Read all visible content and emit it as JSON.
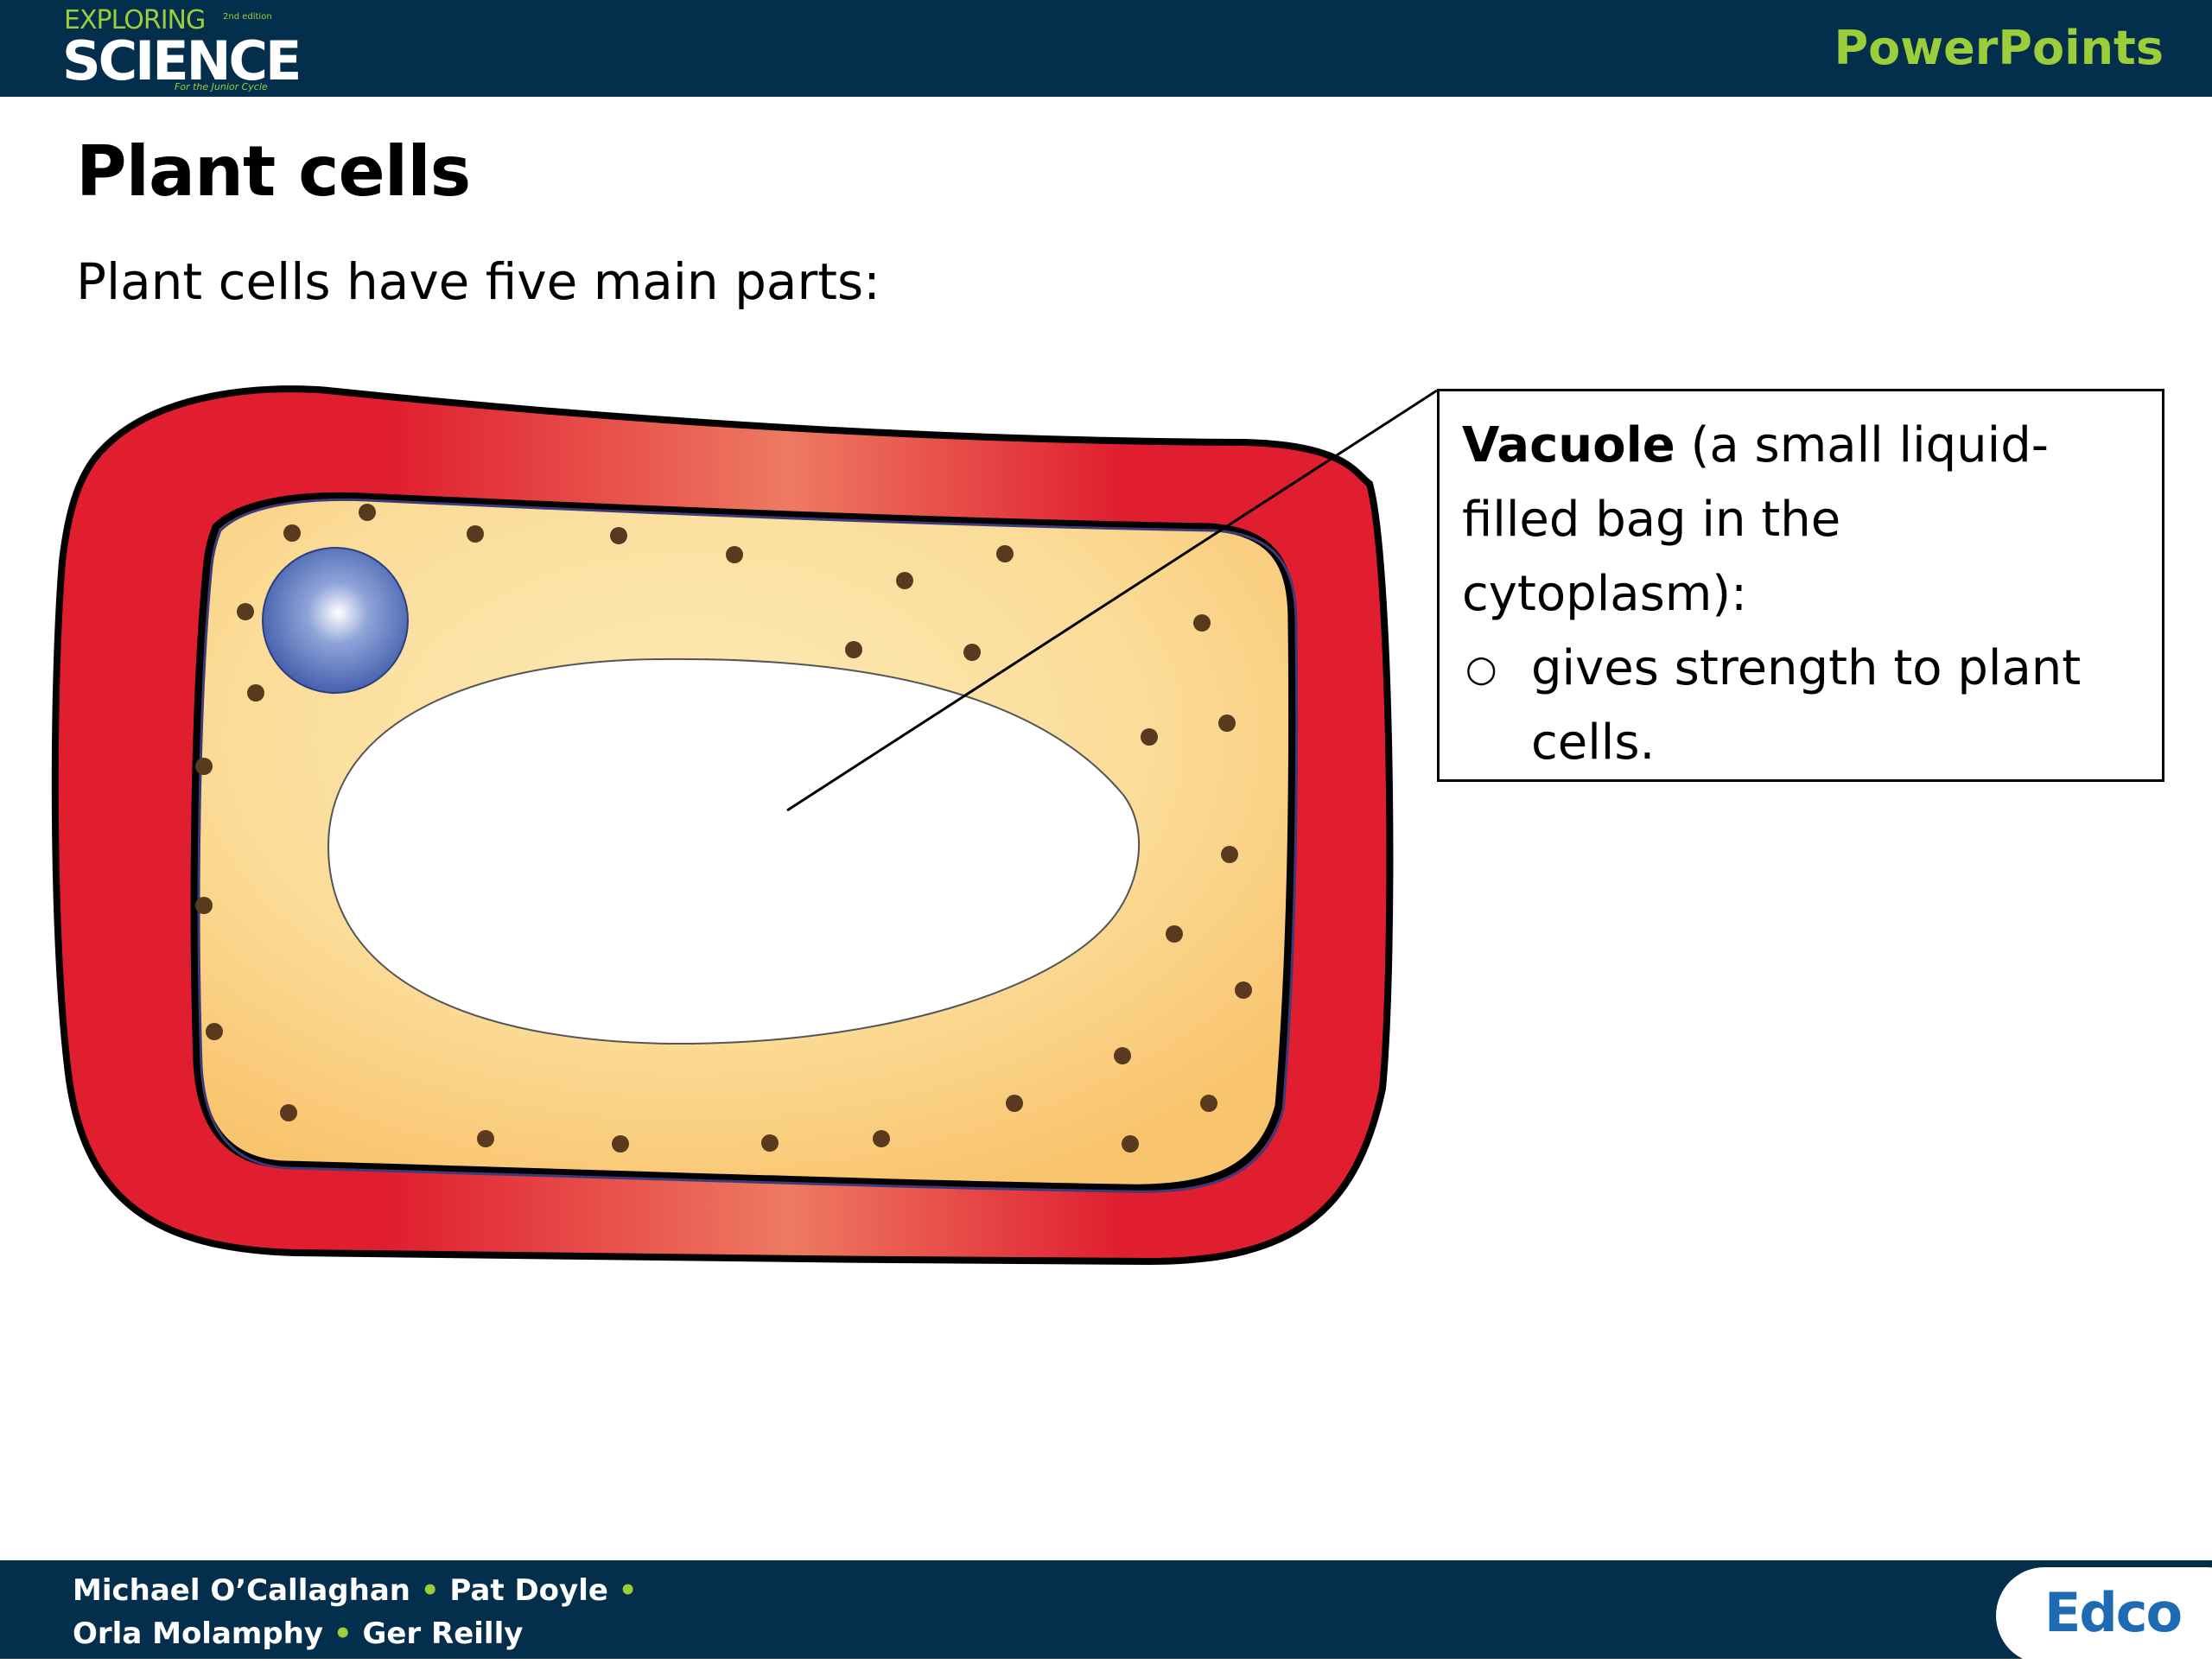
{
  "header": {
    "logo_line1": "EXPLORING",
    "logo_edition": "2nd edition",
    "logo_line2": "SCIENCE",
    "logo_tagline": "For the Junior Cycle",
    "right_label": "PowerPoints"
  },
  "slide": {
    "title": "Plant cells",
    "subtitle": "Plant cells have five main parts:"
  },
  "callout": {
    "term": "Vacuole",
    "definition": " (a small liquid-filled bag in the cytoplasm):",
    "bullet_symbol": "○",
    "bullet_text": "gives strength to plant cells."
  },
  "footer": {
    "author1": "Michael O’Callaghan",
    "author2": "Pat Doyle",
    "author3": "Orla Molamphy",
    "author4": "Ger Reilly",
    "separator": "•",
    "publisher": "Edco"
  },
  "colors": {
    "navy": "#042f4c",
    "green": "#9ccd3b",
    "cell_wall": "#e01e2f",
    "cytoplasm": "#fbd78a",
    "nucleus": "#3f5fae",
    "edco_blue": "#1e6bb3"
  }
}
